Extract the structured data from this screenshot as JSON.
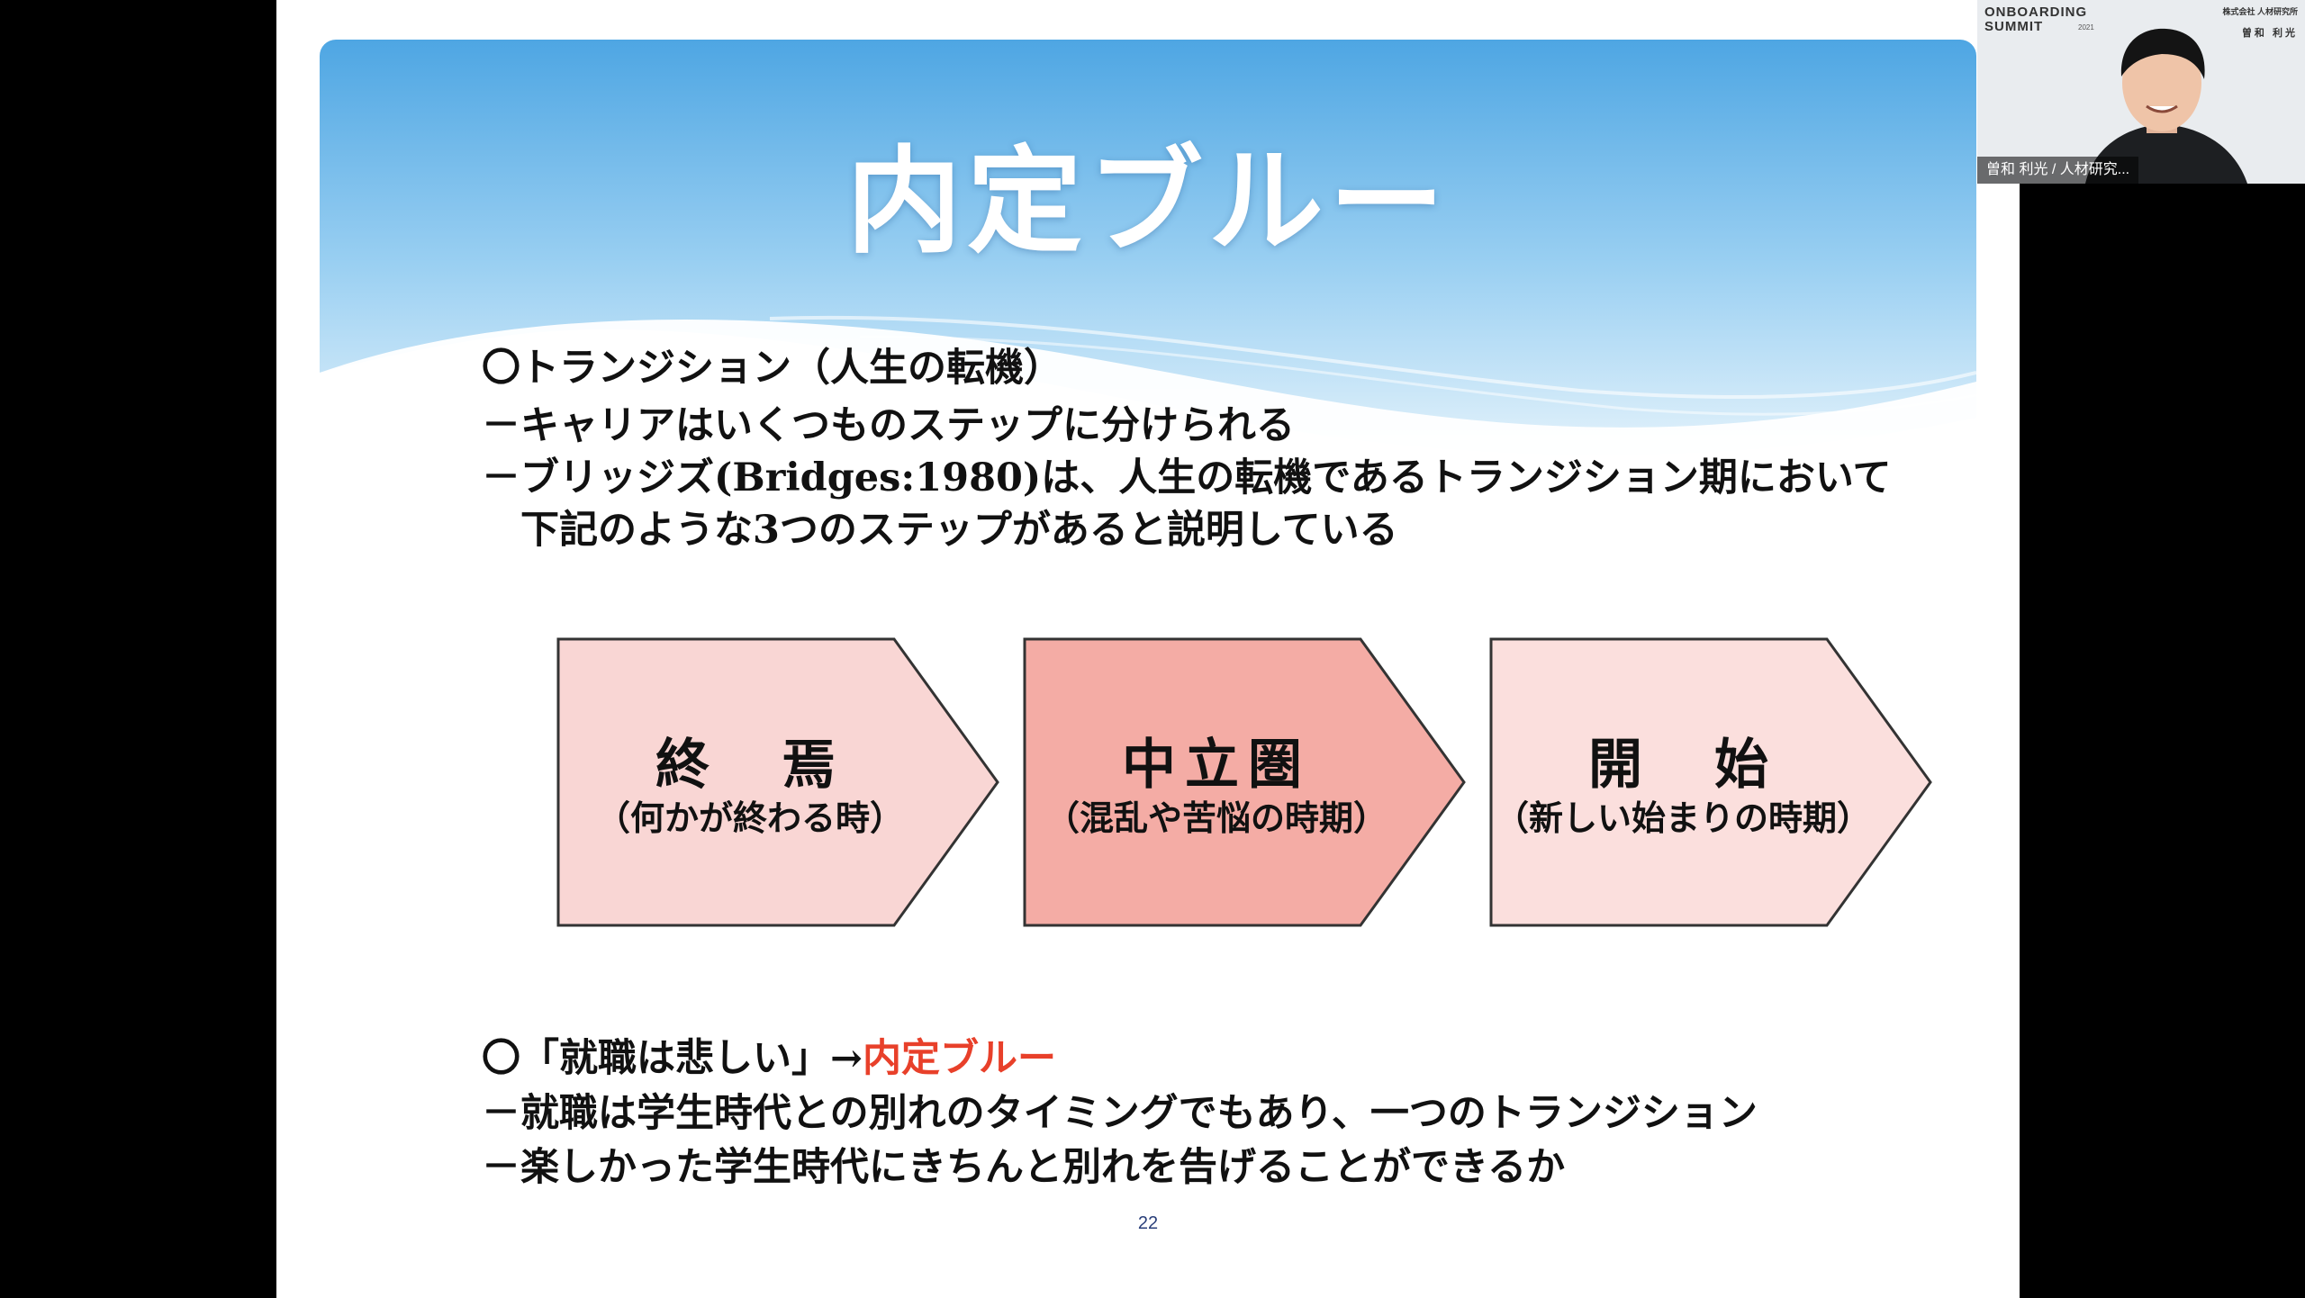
{
  "slide": {
    "title": "内定ブルー",
    "section1": {
      "heading": "〇トランジション（人生の転機）",
      "lines": [
        "－キャリアはいくつものステップに分けられる",
        "－ブリッジズ(Bridges:1980)は、人生の転機であるトランジション期において",
        "　下記のような3つのステップがあると説明している"
      ]
    },
    "steps": [
      {
        "main": "終　焉",
        "sub": "（何かが終わる時）",
        "fill": "#f9d6d4"
      },
      {
        "main": "中立圏",
        "sub": "（混乱や苦悩の時期）",
        "fill": "#f4aca5"
      },
      {
        "main": "開　始",
        "sub": "（新しい始まりの時期）",
        "fill": "#fbdfdd"
      }
    ],
    "section2": {
      "heading_prefix": "〇「就職は悲しい」→",
      "heading_accent": "内定ブルー",
      "lines": [
        "－就職は学生時代との別れのタイミングでもあり、一つのトランジション",
        "－楽しかった学生時代にきちんと別れを告げることができるか"
      ]
    },
    "page_number": "22"
  },
  "video": {
    "logo_lines": [
      "ONBOARDING",
      "SUMMIT"
    ],
    "logo_year": "2021",
    "company": "株式会社 人材研究所",
    "presenter": "曽和 利光",
    "label": "曽和 利光 / 人材研究..."
  },
  "colors": {
    "sky_top": "#5aaee6",
    "sky_bottom": "#d9eefa",
    "accent": "#e8402a",
    "chevron_stroke": "#333333"
  }
}
